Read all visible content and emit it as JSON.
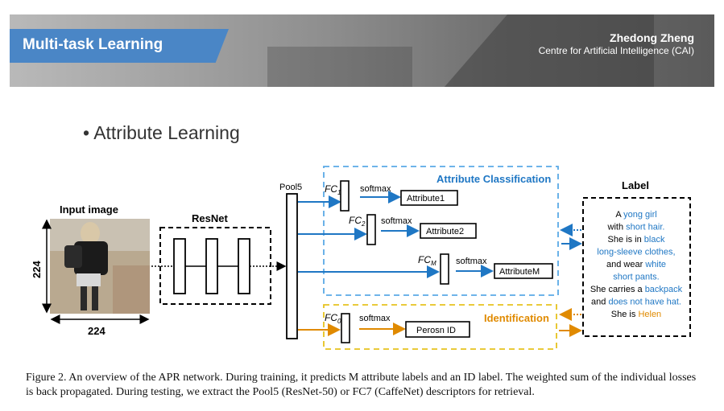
{
  "header": {
    "title": "Multi-task Learning",
    "author": "Zhedong Zheng",
    "affiliation": "Centre for Artificial Intelligence (CAI)"
  },
  "bullet": "Attribute Learning",
  "diagram": {
    "input_label": "Input image",
    "dim_vertical": "224",
    "dim_horizontal": "224",
    "resnet_label": "ResNet",
    "pool5_label": "Pool5",
    "attr_class_title": "Attribute Classification",
    "identification_title": "Identification",
    "fc1": "FC",
    "fc1_sub": "1",
    "fc2": "FC",
    "fc2_sub": "2",
    "fcm": "FC",
    "fcm_sub": "M",
    "fc0": "FC",
    "fc0_sub": "0",
    "softmax": "softmax",
    "attribute1": "Attribute1",
    "attribute2": "Attribute2",
    "attributeM": "AttributeM",
    "person_id": "Perosn ID",
    "label_title": "Label",
    "label_lines": [
      [
        {
          "t": "A ",
          "c": "black"
        },
        {
          "t": "yong girl",
          "c": "blue"
        }
      ],
      [
        {
          "t": "with ",
          "c": "black"
        },
        {
          "t": "short hair.",
          "c": "blue"
        }
      ],
      [
        {
          "t": "She is in ",
          "c": "black"
        },
        {
          "t": "black",
          "c": "blue"
        }
      ],
      [
        {
          "t": "long-sleeve clothes,",
          "c": "blue"
        }
      ],
      [
        {
          "t": "and wear ",
          "c": "black"
        },
        {
          "t": "white",
          "c": "blue"
        }
      ],
      [
        {
          "t": "short pants.",
          "c": "blue"
        }
      ],
      [
        {
          "t": "She carries a ",
          "c": "black"
        },
        {
          "t": "backpack",
          "c": "blue"
        }
      ],
      [
        {
          "t": "and ",
          "c": "black"
        },
        {
          "t": "does not have hat.",
          "c": "blue"
        }
      ],
      [
        {
          "t": "She is ",
          "c": "black"
        },
        {
          "t": "Helen",
          "c": "orange"
        }
      ]
    ]
  },
  "colors": {
    "blue": "#1f77c4",
    "orange": "#e08a00",
    "banner": "#4a86c6",
    "attr_box": "#5aa9e6",
    "id_box": "#e6c21f"
  },
  "caption": "Figure 2. An overview of the APR network. During training, it predicts M attribute labels and an ID label. The weighted sum of the individual losses is back propagated. During testing, we extract the Pool5 (ResNet-50) or FC7 (CaffeNet) descriptors for retrieval."
}
